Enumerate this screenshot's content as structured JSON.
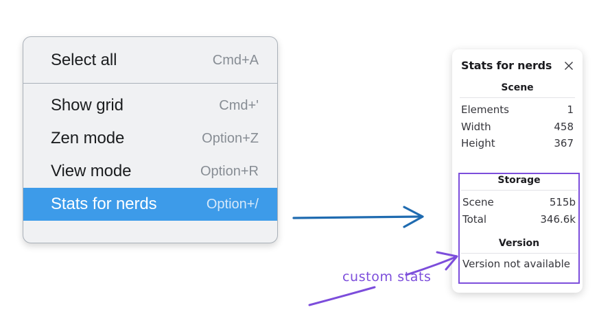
{
  "context_menu": {
    "groups": [
      {
        "items": [
          {
            "label": "Select all",
            "shortcut": "Cmd+A",
            "selected": false
          }
        ]
      },
      {
        "items": [
          {
            "label": "Show grid",
            "shortcut": "Cmd+'",
            "selected": false
          },
          {
            "label": "Zen mode",
            "shortcut": "Option+Z",
            "selected": false
          },
          {
            "label": "View mode",
            "shortcut": "Option+R",
            "selected": false
          },
          {
            "label": "Stats for nerds",
            "shortcut": "Option+/",
            "selected": true
          }
        ]
      }
    ],
    "highlight_color": "#3d9be9"
  },
  "stats_panel": {
    "title": "Stats for nerds",
    "close_icon": "close-icon",
    "sections": [
      {
        "heading": "Scene",
        "rows": [
          {
            "label": "Elements",
            "value": "1"
          },
          {
            "label": "Width",
            "value": "458"
          },
          {
            "label": "Height",
            "value": "367"
          }
        ]
      },
      {
        "heading": "Storage",
        "rows": [
          {
            "label": "Scene",
            "value": "515b"
          },
          {
            "label": "Total",
            "value": "346.6k"
          }
        ]
      },
      {
        "heading": "Version",
        "note": "Version not available"
      }
    ]
  },
  "annotations": {
    "custom_stats_label": "custom stats",
    "highlight_box_color": "#7c4ddb",
    "flow_arrow_color": "#1f6bb0"
  }
}
